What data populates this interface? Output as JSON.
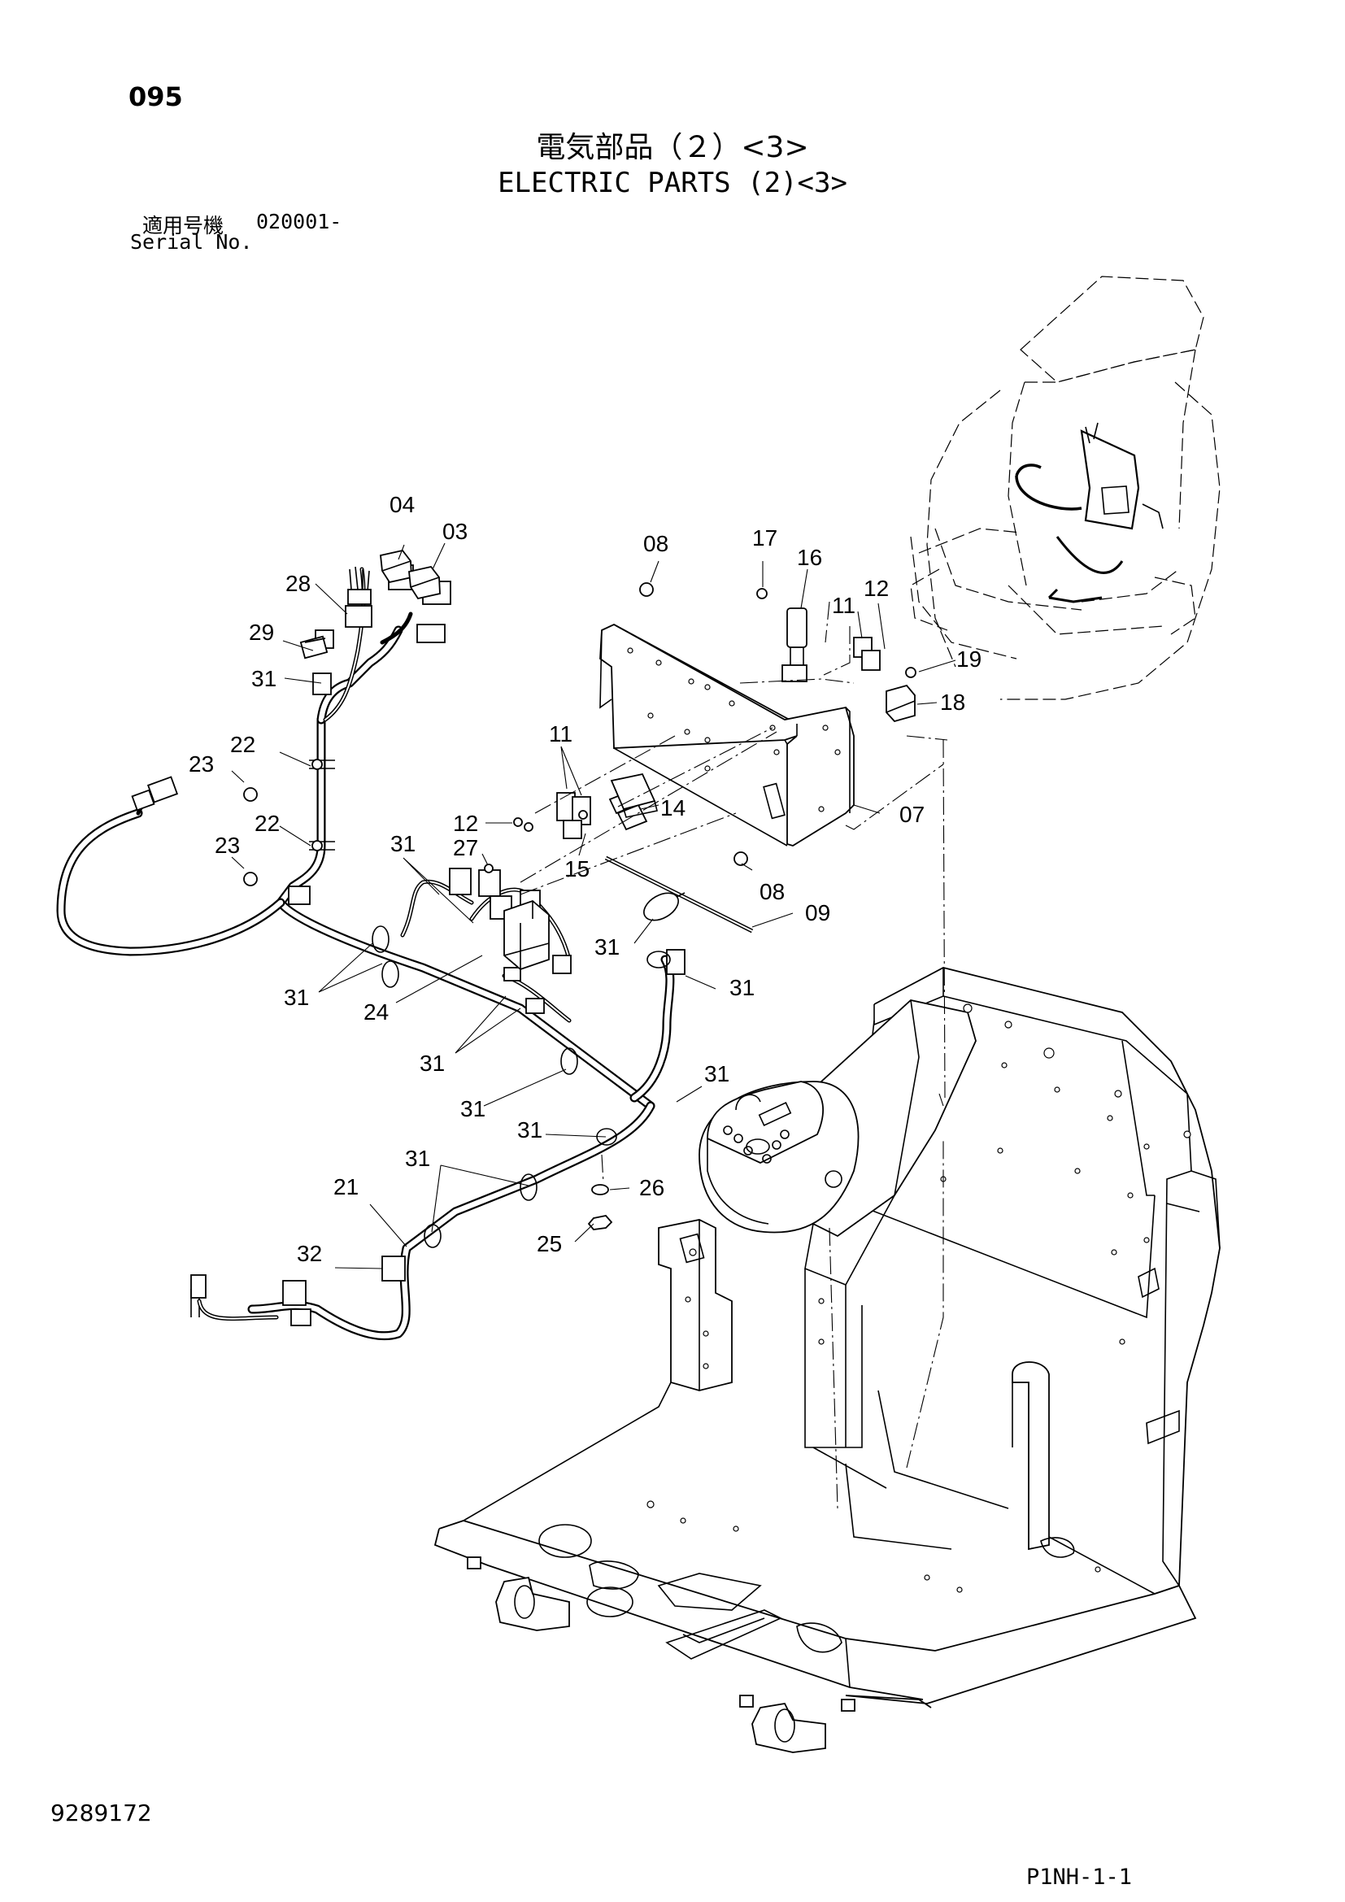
{
  "page_number": "095",
  "title_jp": "電気部品（２）<3>",
  "title_en": "ELECTRIC PARTS (2)<3>",
  "serial": {
    "label_jp": "適用号機",
    "value": "020001-",
    "label_en": "Serial No."
  },
  "document_code": "9289172",
  "sheet_code": "P1NH-1-1",
  "callouts": {
    "c04": "04",
    "c03": "03",
    "c28": "28",
    "c29": "29",
    "c31_top": "31",
    "c22_a": "22",
    "c23_a": "23",
    "c22_b": "22",
    "c23_b": "23",
    "c31_mid": "31",
    "c27": "27",
    "c12_left": "12",
    "c11_left": "11",
    "c14": "14",
    "c15": "15",
    "c08_top": "08",
    "c17": "17",
    "c16": "16",
    "c11_right": "11",
    "c12_right": "12",
    "c19": "19",
    "c18": "18",
    "c07": "07",
    "c08_bottom": "08",
    "c09": "09",
    "c31_loop": "31",
    "c31_right": "31",
    "c31_left": "31",
    "c24": "24",
    "c31_low": "31",
    "c31_lower": "31",
    "c31_jr": "31",
    "c31_j": "31",
    "c31_clip": "31",
    "c26": "26",
    "c21": "21",
    "c25": "25",
    "c32": "32"
  }
}
